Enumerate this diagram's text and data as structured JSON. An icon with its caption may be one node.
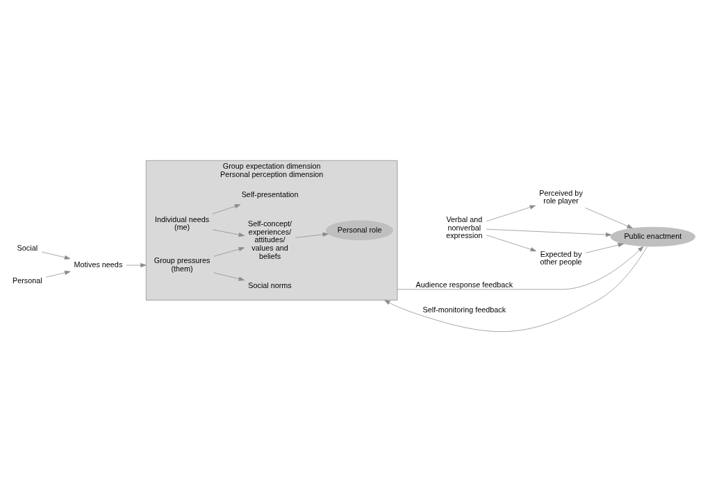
{
  "diagram": {
    "nodes": [
      {
        "text": [
          "Group expectation dimension",
          "Personal perception dimension"
        ]
      },
      {
        "text": [
          "Social"
        ]
      },
      {
        "text": [
          "Motives needs"
        ]
      },
      {
        "text": [
          "Personal"
        ]
      },
      {
        "text": [
          "Group pressures (them)"
        ],
        "in": 0
      },
      {
        "text": [
          "Self-concept/ experiences/ attitudes/ values and beliefs"
        ],
        "in": 0
      },
      {
        "text": [
          "Individual needs (me)"
        ],
        "in": 0
      },
      {
        "text": [
          "Personal role"
        ],
        "in": 0
      },
      {
        "text": [
          "Social norms"
        ],
        "in": 0
      },
      {
        "text": [
          "Self-presentation"
        ],
        "in": 0
      },
      {
        "text": [
          "Verbal and nonverbal expression"
        ]
      },
      {
        "text": [
          "Expected by other people"
        ]
      },
      {
        "text": [
          "Perceived by role player"
        ]
      },
      {
        "text": [
          "Public enactment"
        ]
      }
    ],
    "edges": [
      {
        "from": 1,
        "to": 2,
        "arrow": "to"
      },
      {
        "from": 3,
        "to": 2,
        "arrow": "to"
      },
      {
        "from": 2,
        "to": 0,
        "arrow": "to"
      },
      {
        "from": 4,
        "to": 5,
        "arrow": "to"
      },
      {
        "from": 6,
        "to": 5,
        "arrow": "to"
      },
      {
        "from": 5,
        "to": 7,
        "arrow": "to"
      },
      {
        "from": 4,
        "to": 8,
        "arrow": "to"
      },
      {
        "from": 6,
        "to": 9,
        "arrow": "to"
      },
      {
        "from": 10,
        "to": 11,
        "arrow": "to"
      },
      {
        "from": 10,
        "to": 13,
        "arrow": "to"
      },
      {
        "from": 10,
        "to": 12,
        "arrow": "to"
      },
      {
        "from": 11,
        "to": 13,
        "arrow": "to"
      },
      {
        "from": 12,
        "to": 13,
        "arrow": "to"
      },
      {
        "from": 0,
        "to": 13,
        "arrow": "to",
        "label": "Audience response feedback"
      },
      {
        "from": 13,
        "to": 0,
        "arrow": "to",
        "label": "Self-monitoring feedback"
      }
    ]
  }
}
